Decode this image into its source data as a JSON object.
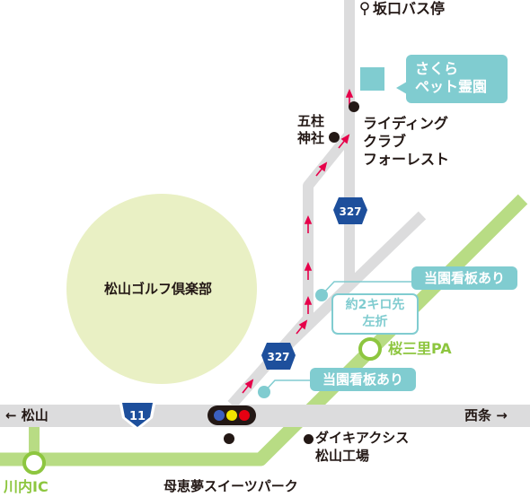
{
  "colors": {
    "road": "#dcdcdd",
    "expressway": "#b8dc84",
    "golf_course": "#e9f0c4",
    "teal": "#80ccd0",
    "route_marker": "#e6004a",
    "shield": "#1d4f9c",
    "green_text": "#8dc63f",
    "text": "#231815",
    "signal_yellow": "#f2e500",
    "signal_blue": "#3b5fbf",
    "signal_red": "#e60012"
  },
  "labels": {
    "bus_stop": "坂口バス停",
    "sakura_line1": "さくら",
    "sakura_line2": "ペット霊園",
    "shrine_line1": "五柱",
    "shrine_line2": "神社",
    "riding_line1": "ライディング",
    "riding_line2": "クラブ",
    "riding_line3": "フォーレスト",
    "golf": "松山ゴルフ倶楽部",
    "sign_upper": "当園看板あり",
    "sign_lower": "当園看板あり",
    "turn_line1": "約2キロ先",
    "turn_line2": "左折",
    "pa": "桜三里PA",
    "to_matsuyama": "← 松山",
    "to_saijo": "西条 →",
    "daiki_line1": "ダイキアクシス",
    "daiki_line2": "松山工場",
    "kawauchi_ic": "川内IC",
    "boke_yume": "母恵夢スイーツパーク"
  },
  "route_shields": {
    "upper": "327",
    "lower": "327",
    "national": "11"
  },
  "icons": {
    "bus_stop": "pin-icon",
    "pet_cemetery": "square-marker-icon",
    "landmark": "dot-icon",
    "traffic_signal": "traffic-light-icon",
    "interchange": "ring-icon"
  }
}
